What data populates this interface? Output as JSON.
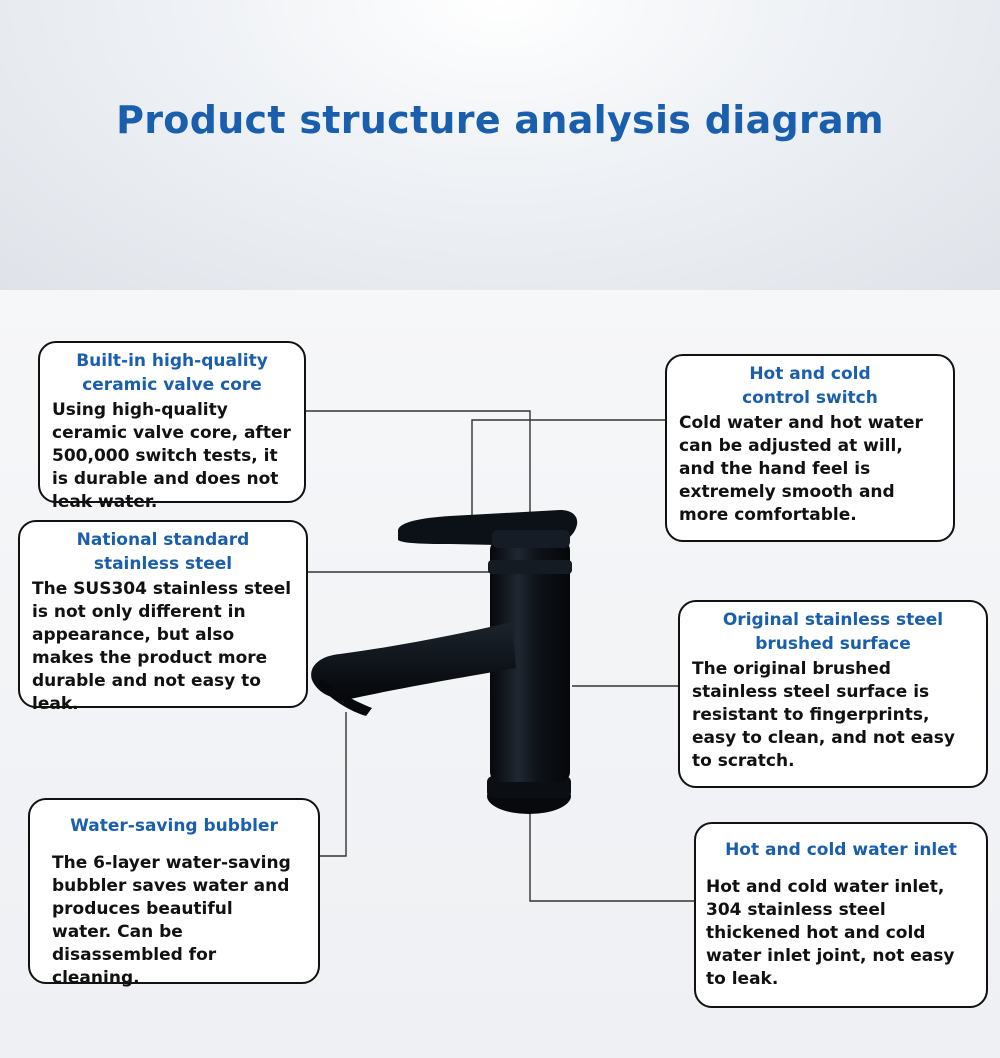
{
  "title": "Product structure analysis diagram",
  "callouts": {
    "valve_core": {
      "title": "Built-in high-quality ceramic valve core",
      "body": "Using high-quality ceramic valve core, after 500,000 switch tests, it is durable and does not leak water."
    },
    "stainless_steel": {
      "title": "National standard stainless steel",
      "body": "The SUS304 stainless steel is not only different in appearance, but also makes the product more durable and not easy to leak."
    },
    "bubbler": {
      "title": "Water-saving bubbler",
      "body": "The 6-layer water-saving bubbler saves water and produces beautiful water. Can be disassembled for cleaning."
    },
    "control_switch": {
      "title": "Hot and cold control switch",
      "body": "Cold water and hot water can be adjusted at will, and the hand feel is extremely smooth and more comfortable."
    },
    "brushed_surface": {
      "title": "Original stainless steel brushed surface",
      "body": "The original brushed stainless steel surface is resistant to fingerprints, easy to clean, and not easy to scratch."
    },
    "water_inlet": {
      "title": "Hot and cold water inlet",
      "body": "Hot and cold water inlet, 304 stainless steel thickened hot and cold water inlet joint, not easy to leak."
    }
  },
  "colors": {
    "accent": "#1a5eae",
    "faucet": "#10151c",
    "border": "#111111"
  }
}
